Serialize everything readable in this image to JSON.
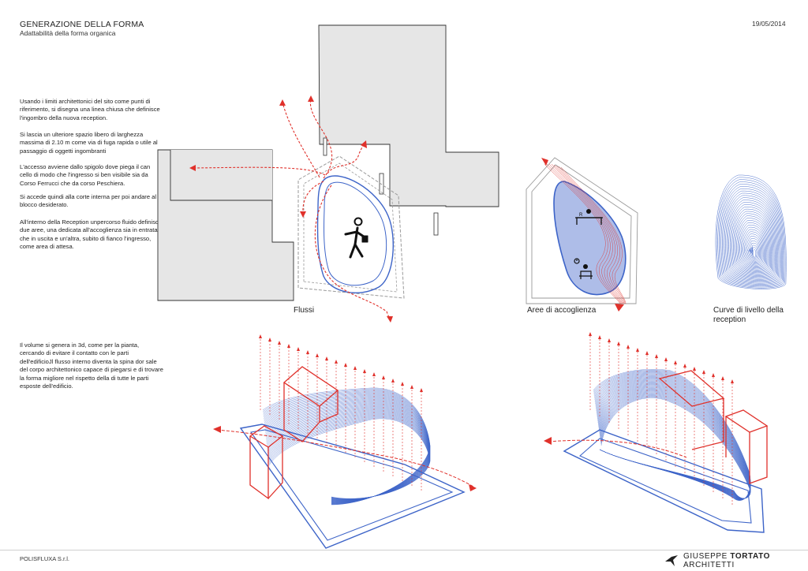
{
  "header": {
    "title": "GENERAZIONE DELLA FORMA",
    "subtitle": "Adattabilità della forma organica",
    "date": "19/05/2014"
  },
  "left_text": {
    "paragraphs": [
      "Usando i limiti architettonici del sito come punti di riferimento, si disegna una linea chiusa che definisce l'ingombro della nuova reception.",
      "Si lascia un ulteriore spazio libero di larghezza massima di 2.10 m come via di fuga rapida o utile al passaggio di oggetti ingombranti",
      "L'accesso avviene dallo spigolo dove piega il can cello di modo che l'ingresso si ben visibile sia da Corso Ferrucci che da corso Peschiera.",
      "Si accede quindi alla corte interna per poi andare al blocco desiderato.",
      "All'interno della Reception unpercorso fluido definisce due aree, una dedicata all'accoglienza sia in entrata che in uscita e un'altra, subito di fianco l'ingresso, come area di attesa."
    ],
    "paragraph_3d": "Il volume si genera in 3d, come per la pianta, cercando di evitare il contatto con le parti dell'edificioJl flusso interno diventa la spina dor sale del corpo architettonico capace di piegarsi e di trovare la forma migliore nel rispetto della di tutte le parti esposte dell'edificio."
  },
  "captions": {
    "flows": "Flussi",
    "reception_areas": "Aree di accoglienza",
    "contours": "Curve di livello della reception"
  },
  "footer": {
    "company": "POLISFLUXA S.r.l.",
    "logo_regular": "GIUSEPPE ",
    "logo_bold": "TORTATO",
    "logo_suffix": " ARCHITETTI"
  },
  "icons": {
    "walker": "walking-person-with-bag-icon",
    "reception": "reception-desk-icon",
    "waiting": "waiting-area-icon",
    "logo": "bird-logo-icon"
  },
  "colors": {
    "building_fill": "#e6e6e6",
    "building_stroke": "#333333",
    "flow_red": "#e0312b",
    "shape_blue": "#3d64c8",
    "area_fill": "#aebde8",
    "boundary_grey": "#9a9a9a"
  }
}
